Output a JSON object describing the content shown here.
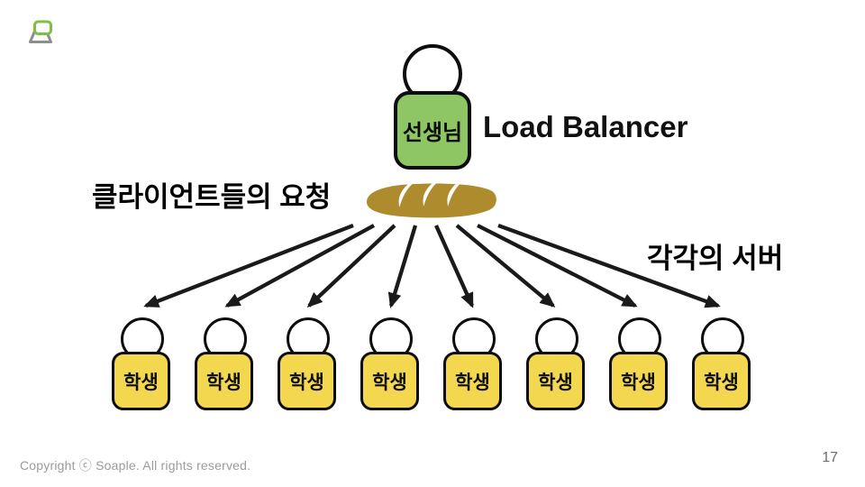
{
  "slide": {
    "page_number": "17",
    "footer_text": "Copyright ⓒ Soaple. All rights reserved.",
    "logo": "soaple-logo"
  },
  "diagram": {
    "teacher": {
      "badge_label": "선생님",
      "role_label": "Load Balancer"
    },
    "requests_label": "클라이언트들의 요청",
    "servers_label": "각각의 서버",
    "bread_icon": "baguette-icon",
    "students": [
      {
        "label": "학생"
      },
      {
        "label": "학생"
      },
      {
        "label": "학생"
      },
      {
        "label": "학생"
      },
      {
        "label": "학생"
      },
      {
        "label": "학생"
      },
      {
        "label": "학생"
      },
      {
        "label": "학생"
      }
    ]
  },
  "colors": {
    "teacher_body": "#8dc663",
    "student_body": "#f3d74e",
    "bread": "#ae8c2d",
    "arrow": "#1a1a1a",
    "logo_green": "#7cc144",
    "logo_gray": "#8e8e8e",
    "footer_gray": "#9b9b9b"
  }
}
